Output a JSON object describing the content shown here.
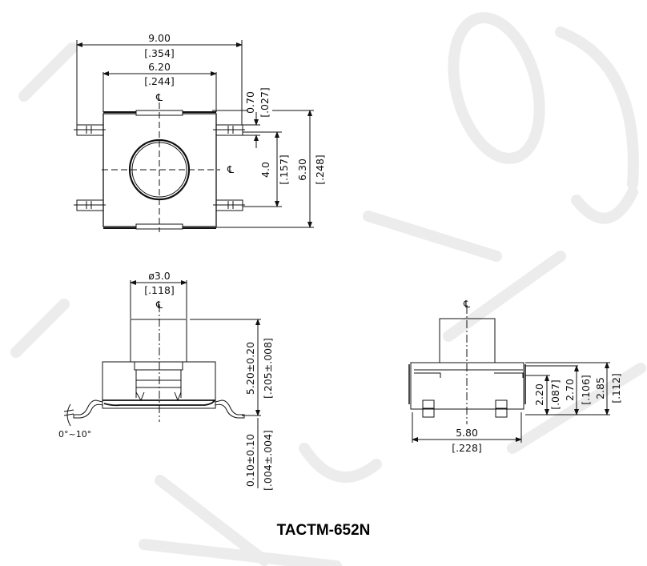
{
  "title": "TACTM-652N",
  "top_view": {
    "width_overall": "9.00",
    "width_overall_in": "[.354]",
    "body_width": "6.20",
    "body_width_in": "[.244]",
    "lead_width": "0.70",
    "lead_width_in": "[.027]",
    "lead_pitch": "4.0",
    "lead_pitch_in": "[.157]",
    "body_depth": "6.30",
    "body_depth_in": "[.248]",
    "centerline": "℄"
  },
  "front_view": {
    "actuator_dia": "ø3.0",
    "actuator_dia_in": "[.118]",
    "height": "5.20±0.20",
    "height_in": "[.205±.008]",
    "standoff": "0.10±0.10",
    "standoff_in": "[.004±.004]",
    "lead_angle": "0°~10°",
    "centerline": "℄"
  },
  "side_view": {
    "width": "5.80",
    "width_in": "[.228]",
    "h1": "2.20",
    "h1_in": "[.087]",
    "h2": "2.70",
    "h2_in": "[.106]",
    "h3": "2.85",
    "h3_in": "[.112]",
    "centerline": "℄"
  }
}
